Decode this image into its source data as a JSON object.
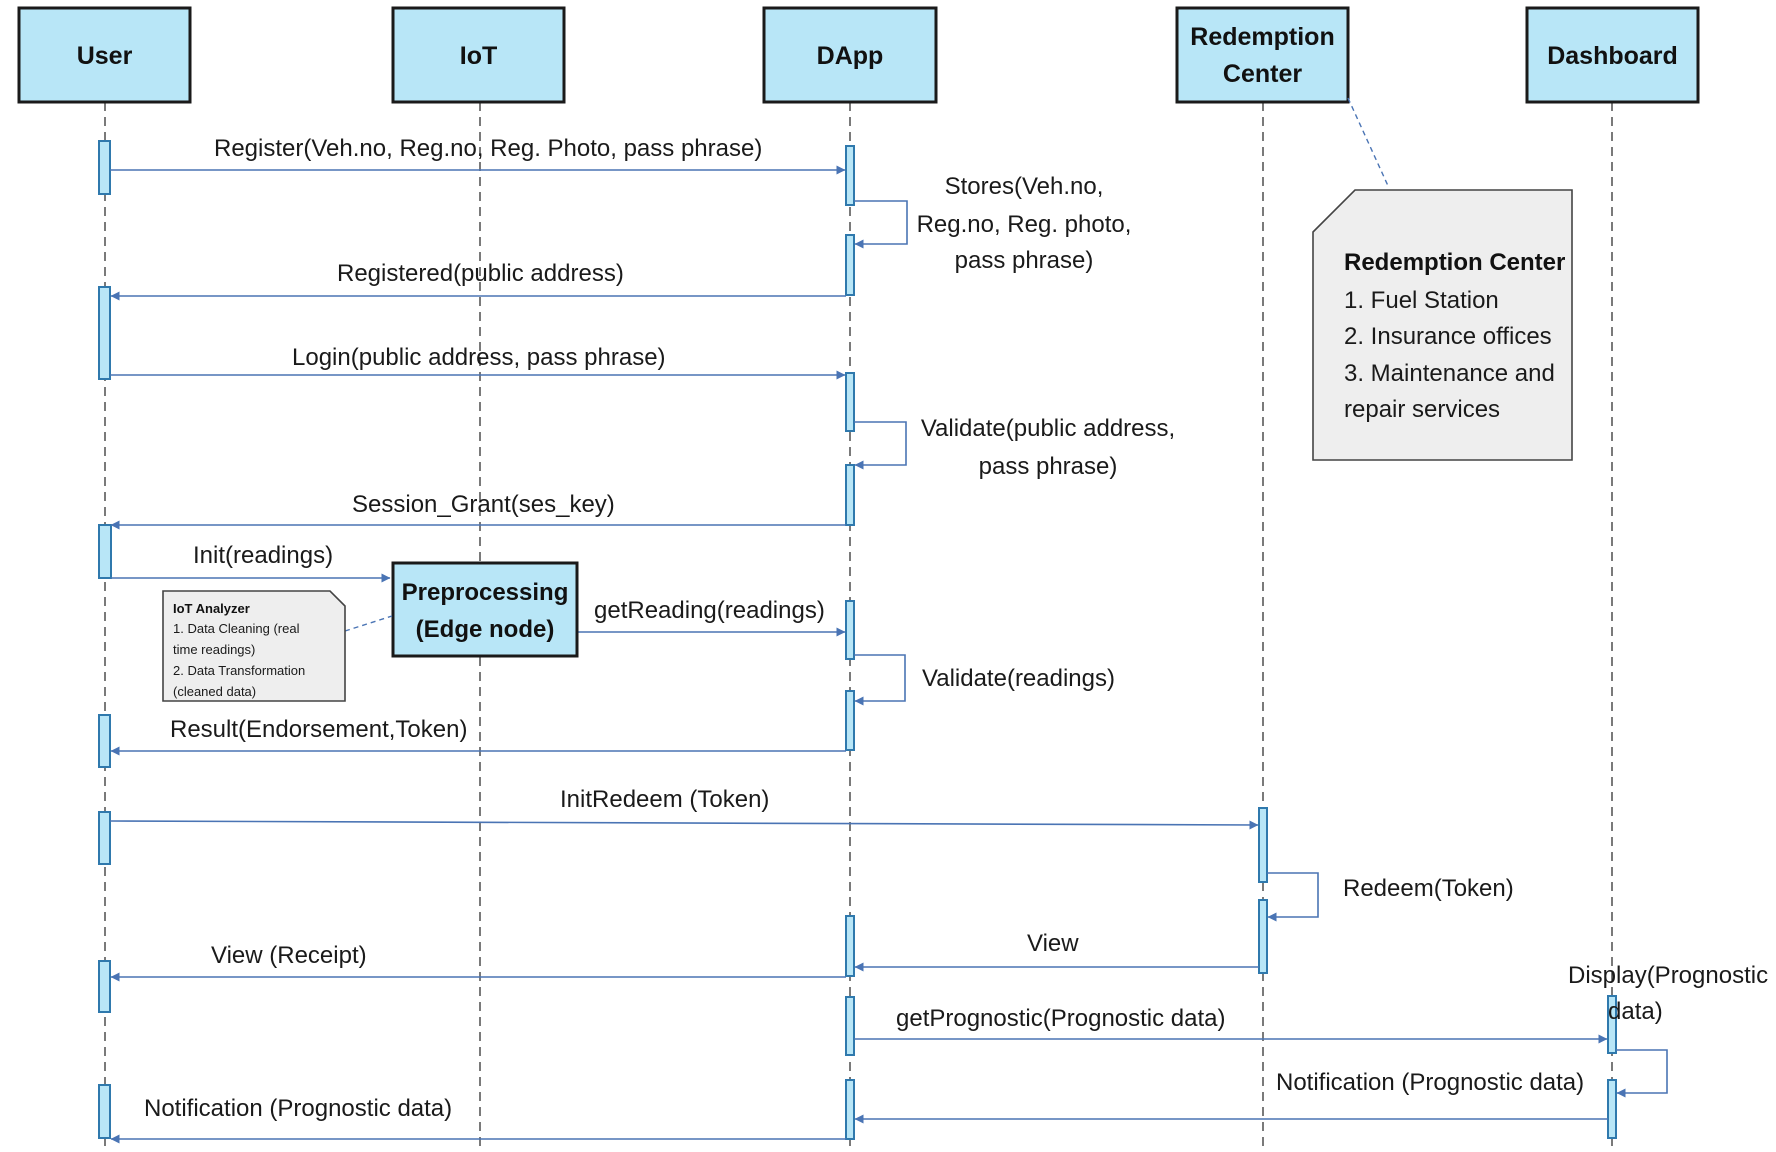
{
  "actors": [
    {
      "id": "user",
      "label_lines": [
        "User"
      ]
    },
    {
      "id": "iot",
      "label_lines": [
        "IoT"
      ]
    },
    {
      "id": "dapp",
      "label_lines": [
        "DApp"
      ]
    },
    {
      "id": "redemption",
      "label_lines": [
        "Redemption",
        "Center"
      ]
    },
    {
      "id": "dashboard",
      "label_lines": [
        "Dashboard"
      ]
    }
  ],
  "edge_node": {
    "label_lines": [
      "Preprocessing",
      "(Edge node)"
    ]
  },
  "messages": [
    {
      "label": "Register(Veh.no, Reg.no, Reg. Photo, pass phrase)",
      "from": "user",
      "to": "dapp"
    },
    {
      "label_lines": [
        "Stores(Veh.no,",
        "Reg.no, Reg. photo,",
        "pass phrase)"
      ],
      "from": "dapp",
      "to": "dapp"
    },
    {
      "label": "Registered(public address)",
      "from": "dapp",
      "to": "user"
    },
    {
      "label": "Login(public address, pass phrase)",
      "from": "user",
      "to": "dapp"
    },
    {
      "label_lines": [
        "Validate(public address,",
        "pass phrase)"
      ],
      "from": "dapp",
      "to": "dapp"
    },
    {
      "label": "Session_Grant(ses_key)",
      "from": "dapp",
      "to": "user"
    },
    {
      "label": "Init(readings)",
      "from": "user",
      "to": "edge"
    },
    {
      "label": "getReading(readings)",
      "from": "edge",
      "to": "dapp"
    },
    {
      "label": "Validate(readings)",
      "from": "dapp",
      "to": "dapp"
    },
    {
      "label": "Result(Endorsement,Token)",
      "from": "dapp",
      "to": "user"
    },
    {
      "label": "InitRedeem (Token)",
      "from": "user",
      "to": "redemption"
    },
    {
      "label": "Redeem(Token)",
      "from": "redemption",
      "to": "redemption"
    },
    {
      "label": "View",
      "from": "redemption",
      "to": "dapp"
    },
    {
      "label": "View (Receipt)",
      "from": "dapp",
      "to": "user"
    },
    {
      "label_lines": [
        "Display(Prognostic",
        "data)"
      ],
      "from": "dashboard",
      "to": "dashboard"
    },
    {
      "label": "getPrognostic(Prognostic data)",
      "from": "dapp",
      "to": "dashboard"
    },
    {
      "label": "Notification (Prognostic data)",
      "from": "dashboard",
      "to": "dapp"
    },
    {
      "label": "Notification (Prognostic data)",
      "from": "dapp",
      "to": "user"
    }
  ],
  "notes": {
    "redemption_center": {
      "title": "Redemption Center",
      "items": [
        "1. Fuel Station",
        "2. Insurance offices",
        "3. Maintenance and",
        "repair services"
      ]
    },
    "iot_analyzer": {
      "title": "IoT Analyzer",
      "items": [
        "1. Data Cleaning (real",
        "time readings)",
        "2. Data Transformation",
        "(cleaned data)"
      ]
    }
  }
}
